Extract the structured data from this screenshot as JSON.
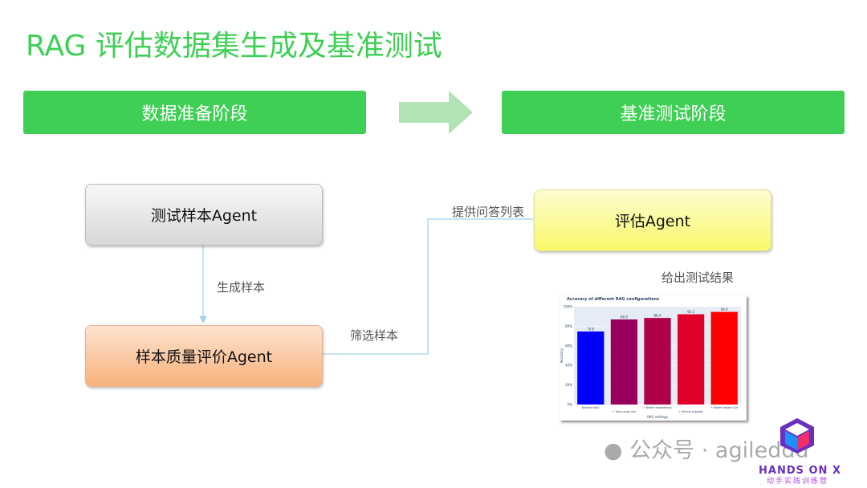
{
  "title": "RAG 评估数据集生成及基准测试",
  "phases": [
    "数据准备阶段",
    "基准测试阶段"
  ],
  "boxes": {
    "sample_agent": "测试样本Agent",
    "quality_agent": "样本质量评价Agent",
    "eval_agent": "评估Agent"
  },
  "labels": {
    "generate": "生成样本",
    "filter": "筛选样本",
    "provide": "提供问答列表",
    "results": "给出测试结果"
  },
  "watermark": {
    "text": "公众号 · agileddd",
    "logo": "HANDS ON X",
    "logo_sub": "动手实践训练营"
  },
  "chart_data": {
    "type": "bar",
    "title": "Accuracy of different RAG configurations",
    "xlabel": "RAG settings",
    "ylabel": "Accuracy",
    "ylim": [
      0,
      100
    ],
    "yticks": [
      "0%",
      "20%",
      "40%",
      "60%",
      "80%",
      "100%"
    ],
    "categories": [
      "Baseline RAG",
      "+ Tune chunk size",
      "+ Better embeddings",
      "+ Rerank snippets",
      "+ Better reader LLM"
    ],
    "values": [
      74.6,
      86.9,
      88.4,
      92.2,
      94.6
    ],
    "colors": [
      "#0000ff",
      "#98005e",
      "#b0004a",
      "#e0002a",
      "#ff0000"
    ]
  }
}
